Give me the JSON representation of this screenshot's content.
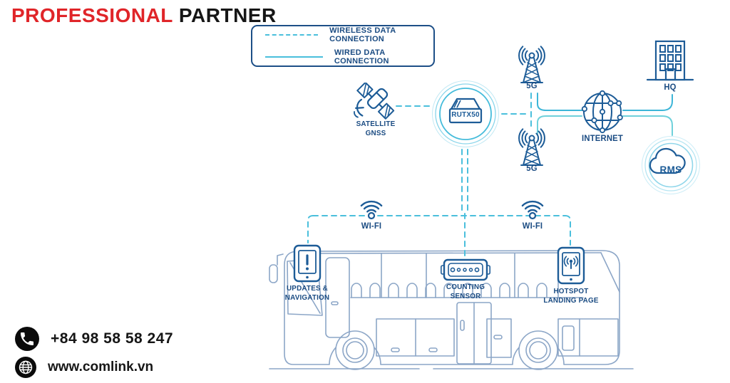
{
  "header": {
    "brand_red": "PROFESSIONAL",
    "brand_dark": "PARTNER"
  },
  "legend": {
    "wireless_label": "WIRELESS DATA CONNECTION",
    "wired_label": "WIRED DATA CONNECTION"
  },
  "nodes": {
    "satellite": {
      "line1": "SATELLITE",
      "line2": "GNSS"
    },
    "router": {
      "label": "RUTX50"
    },
    "tower_top": {
      "label": "5G"
    },
    "tower_bottom": {
      "label": "5G"
    },
    "internet": {
      "label": "INTERNET"
    },
    "hq": {
      "label": "HQ"
    },
    "rms": {
      "label": "RMS"
    },
    "wifi_left": {
      "label": "WI-FI"
    },
    "wifi_right": {
      "label": "WI-FI"
    },
    "updates_navigation": {
      "line1": "UPDATES &",
      "line2": "NAVIGATION"
    },
    "counting_sensor": {
      "line1": "COUNTING",
      "line2": "SENSOR"
    },
    "hotspot": {
      "line1": "HOTSPOT",
      "line2": "LANDING PAGE"
    }
  },
  "contact": {
    "phone": "+84 98 58 58 247",
    "website": "www.comlink.vn"
  },
  "colors": {
    "accent_red": "#e02529",
    "icon_blue": "#1d5c97",
    "label_navy": "#1a4b82",
    "dash_blue": "#4abfdc",
    "wire_blue": "#3db6d8",
    "wire_teal": "#6fd1db",
    "bus_outline": "#8ca6c7"
  }
}
